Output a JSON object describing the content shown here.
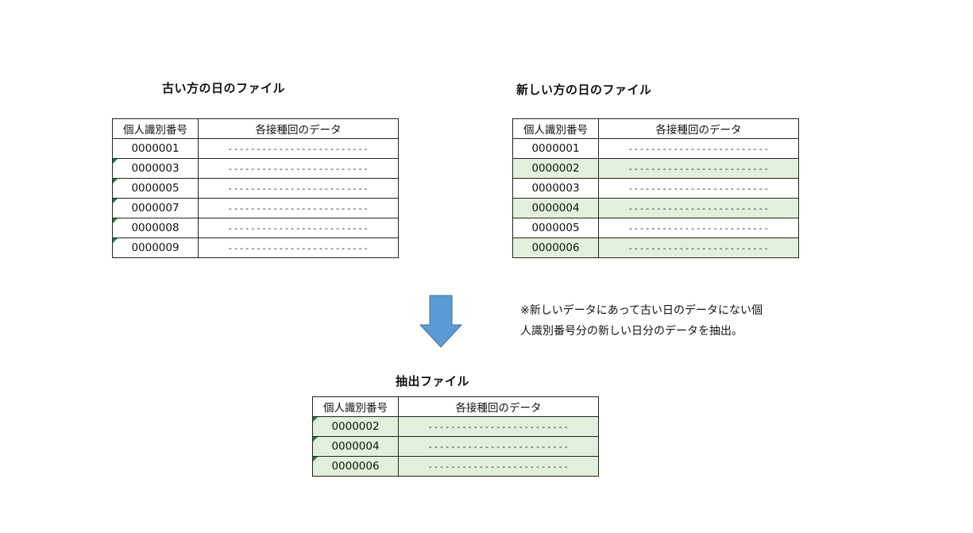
{
  "old_file": {
    "title": "古い方の日のファイル",
    "headers": [
      "個人識別番号",
      "各接種回のデータ"
    ],
    "rows": [
      {
        "id": "0000001",
        "data": "-------------------------",
        "marker": false,
        "highlight": false
      },
      {
        "id": "0000003",
        "data": "-------------------------",
        "marker": true,
        "highlight": false
      },
      {
        "id": "0000005",
        "data": "-------------------------",
        "marker": true,
        "highlight": false
      },
      {
        "id": "0000007",
        "data": "-------------------------",
        "marker": true,
        "highlight": false
      },
      {
        "id": "0000008",
        "data": "-------------------------",
        "marker": true,
        "highlight": false
      },
      {
        "id": "0000009",
        "data": "-------------------------",
        "marker": true,
        "highlight": false
      }
    ]
  },
  "new_file": {
    "title": "新しい方の日のファイル",
    "headers": [
      "個人識別番号",
      "各接種回のデータ"
    ],
    "rows": [
      {
        "id": "0000001",
        "data": "-------------------------",
        "marker": false,
        "highlight": false
      },
      {
        "id": "0000002",
        "data": "-------------------------",
        "marker": false,
        "highlight": true
      },
      {
        "id": "0000003",
        "data": "-------------------------",
        "marker": false,
        "highlight": false
      },
      {
        "id": "0000004",
        "data": "-------------------------",
        "marker": false,
        "highlight": true
      },
      {
        "id": "0000005",
        "data": "-------------------------",
        "marker": false,
        "highlight": false
      },
      {
        "id": "0000006",
        "data": "-------------------------",
        "marker": false,
        "highlight": true
      }
    ]
  },
  "extract_file": {
    "title": "抽出ファイル",
    "headers": [
      "個人識別番号",
      "各接種回のデータ"
    ],
    "rows": [
      {
        "id": "0000002",
        "data": "-------------------------",
        "marker": true,
        "highlight": true
      },
      {
        "id": "0000004",
        "data": "-------------------------",
        "marker": true,
        "highlight": true
      },
      {
        "id": "0000006",
        "data": "-------------------------",
        "marker": true,
        "highlight": true
      }
    ]
  },
  "note": {
    "line1": "※新しいデータにあって古い日のデータにない個",
    "line2": "人識別番号分の新しい日分のデータを抽出。"
  },
  "colors": {
    "highlight_fill": "#e2efda",
    "arrow_fill": "#5b9bd5",
    "arrow_stroke": "#41719c",
    "error_marker": "#1e7b34"
  }
}
